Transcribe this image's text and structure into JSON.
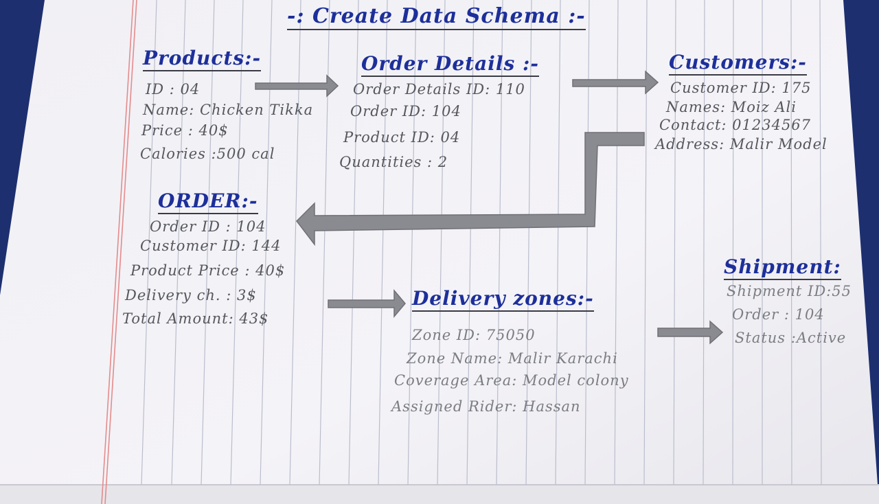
{
  "diagram": {
    "title": "-: Create Data Schema :-",
    "entities": {
      "products": {
        "heading": "Products:-",
        "fields": [
          "ID : 04",
          "Name: Chicken Tikka",
          "Price : 40$",
          "Calories :500 cal"
        ]
      },
      "order_details": {
        "heading": "Order Details :-",
        "fields": [
          "Order Details ID: 110",
          "Order ID: 104",
          "Product ID: 04",
          "Quantities : 2"
        ]
      },
      "customers": {
        "heading": "Customers:-",
        "fields": [
          "Customer ID: 175",
          "Names: Moiz Ali",
          "Contact: 01234567",
          "Address: Malir Model"
        ]
      },
      "order": {
        "heading": "ORDER:-",
        "fields": [
          "Order ID : 104",
          "Customer ID: 144",
          "Product Price : 40$",
          "Delivery ch. : 3$",
          "Total Amount: 43$"
        ]
      },
      "delivery_zones": {
        "heading": "Delivery zones:-",
        "fields": [
          "Zone ID: 75050",
          "Zone Name: Malir Karachi",
          "Coverage Area: Model colony",
          "Assigned Rider: Hassan"
        ]
      },
      "shipment": {
        "heading": "Shipment:",
        "fields": [
          "Shipment ID:55",
          "Order : 104",
          "Status :Active"
        ]
      }
    },
    "colors": {
      "ink": "#1d2f9a",
      "pencil": "#55575c",
      "paper": "#f3f2f6",
      "rule_lines": "#b8bccd",
      "margin_line": "#e48b8b",
      "background": "#1d2f6e"
    }
  }
}
